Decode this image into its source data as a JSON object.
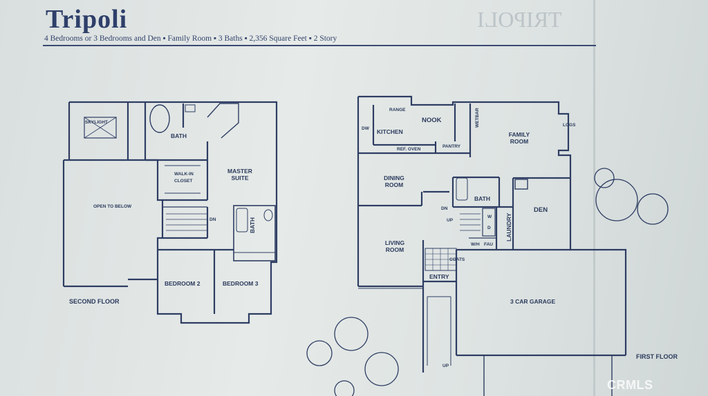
{
  "plan": {
    "title": "Tripoli",
    "mirror_title": "TRIPOLI",
    "subtitle": "4 Bedrooms or 3 Bedrooms and Den ▪ Family Room ▪ 3 Baths ▪ 2,356 Square Feet ▪ 2 Story"
  },
  "second_floor": {
    "label": "SECOND FLOOR",
    "rooms": {
      "skylight": "SKYLIGHT",
      "open_to_below": "OPEN TO BELOW",
      "bath_master": "BATH",
      "walk_in_closet": "WALK-IN CLOSET",
      "master_suite": "MASTER SUITE",
      "dn": "DN",
      "bath_2": "BATH",
      "bedroom_2": "BEDROOM 2",
      "bedroom_3": "BEDROOM 3"
    }
  },
  "first_floor": {
    "label": "FIRST FLOOR",
    "rooms": {
      "range": "RANGE",
      "nook": "NOOK",
      "dw": "DW",
      "kitchen": "KITCHEN",
      "ref_oven": "REF. OVEN",
      "pantry": "PANTRY",
      "wetbar": "WETBAR",
      "family_room": "FAMILY ROOM",
      "logs": "LOGS",
      "dining_room": "DINING ROOM",
      "bath": "BATH",
      "dn": "DN",
      "up": "UP",
      "den": "DEN",
      "laundry": "LAUNDRY",
      "w": "W",
      "d": "D",
      "wh": "W/H",
      "fau": "FAU",
      "coats": "COATS",
      "living_room": "LIVING ROOM",
      "entry": "ENTRY",
      "garage": "3 CAR GARAGE",
      "up_walk": "UP"
    }
  },
  "watermark": "CRMLS"
}
